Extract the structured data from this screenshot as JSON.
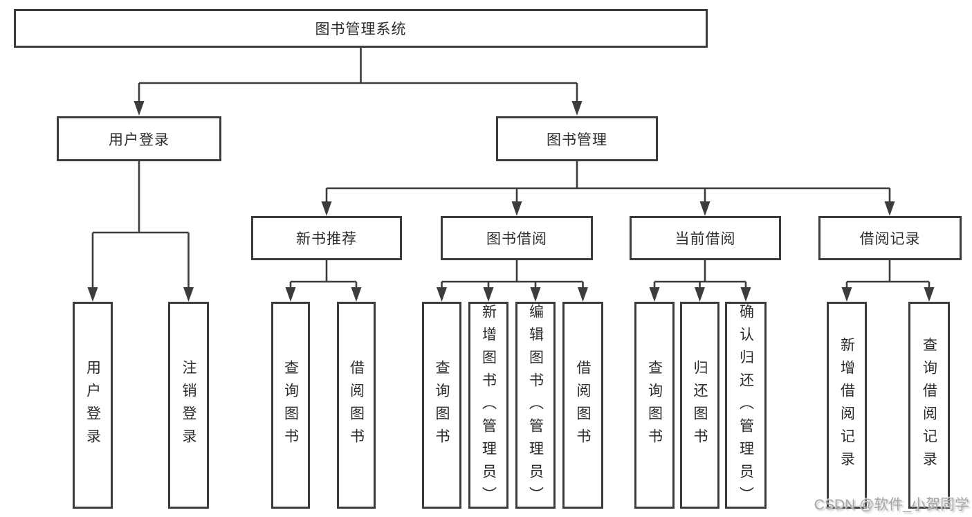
{
  "tree": {
    "root": {
      "label": "图书管理系统"
    },
    "children": [
      {
        "label": "用户登录",
        "children": [
          "用户登录",
          "注销登录"
        ]
      },
      {
        "label": "图书管理",
        "children": [
          {
            "label": "新书推荐",
            "children": [
              "查询图书",
              "借阅图书"
            ]
          },
          {
            "label": "图书借阅",
            "children": [
              "查询图书",
              "新增图书（管理员）",
              "编辑图书（管理员）",
              "借阅图书"
            ]
          },
          {
            "label": "当前借阅",
            "children": [
              "查询图书",
              "归还图书",
              "确认归还（管理员）"
            ]
          },
          {
            "label": "借阅记录",
            "children": [
              "新增借阅记录",
              "查询借阅记录"
            ]
          }
        ]
      }
    ]
  },
  "watermark": "CSDN @软件_小贺同学",
  "colors": {
    "line": "#3c3c3c",
    "text": "#2b2b2b",
    "bg": "#ffffff",
    "watermark": "#a8a8a8"
  }
}
